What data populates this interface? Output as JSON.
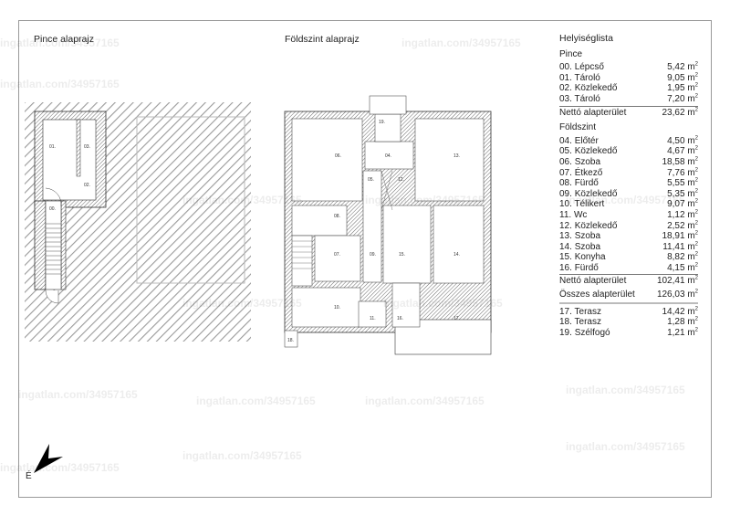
{
  "titles": {
    "basement": "Pince alaprajz",
    "ground": "Földszint alaprajz",
    "list": "Helyiséglista"
  },
  "watermark": "ingatlan.com/34957165",
  "north_label": "É",
  "unit": "m",
  "unit_exp": "2",
  "basement": {
    "heading": "Pince",
    "rooms": [
      {
        "no": "00.",
        "name": "Lépcső",
        "area": "5,42"
      },
      {
        "no": "01.",
        "name": "Tároló",
        "area": "9,05"
      },
      {
        "no": "02.",
        "name": "Közlekedő",
        "area": "1,95"
      },
      {
        "no": "03.",
        "name": "Tároló",
        "area": "7,20"
      }
    ],
    "net_label": "Nettó alapterület",
    "net_area": "23,62"
  },
  "ground": {
    "heading": "Földszint",
    "rooms": [
      {
        "no": "04.",
        "name": "Előtér",
        "area": "4,50"
      },
      {
        "no": "05.",
        "name": "Közlekedő",
        "area": "4,67"
      },
      {
        "no": "06.",
        "name": "Szoba",
        "area": "18,58"
      },
      {
        "no": "07.",
        "name": "Étkező",
        "area": "7,76"
      },
      {
        "no": "08.",
        "name": "Fürdő",
        "area": "5,55"
      },
      {
        "no": "09.",
        "name": "Közlekedő",
        "area": "5,35"
      },
      {
        "no": "10.",
        "name": "Télikert",
        "area": "9,07"
      },
      {
        "no": "11.",
        "name": "Wc",
        "area": "1,12"
      },
      {
        "no": "12.",
        "name": "Közlekedő",
        "area": "2,52"
      },
      {
        "no": "13.",
        "name": "Szoba",
        "area": "18,91"
      },
      {
        "no": "14.",
        "name": "Szoba",
        "area": "11,41"
      },
      {
        "no": "15.",
        "name": "Konyha",
        "area": "8,82"
      },
      {
        "no": "16.",
        "name": "Fürdő",
        "area": "4,15"
      }
    ],
    "net_label": "Nettó alapterület",
    "net_area": "102,41"
  },
  "total_label": "Összes alapterület",
  "total_area": "126,03",
  "outdoor": [
    {
      "no": "17.",
      "name": "Terasz",
      "area": "14,42"
    },
    {
      "no": "18.",
      "name": "Terasz",
      "area": "1,28"
    },
    {
      "no": "19.",
      "name": "Szélfogó",
      "area": "1,21"
    }
  ]
}
